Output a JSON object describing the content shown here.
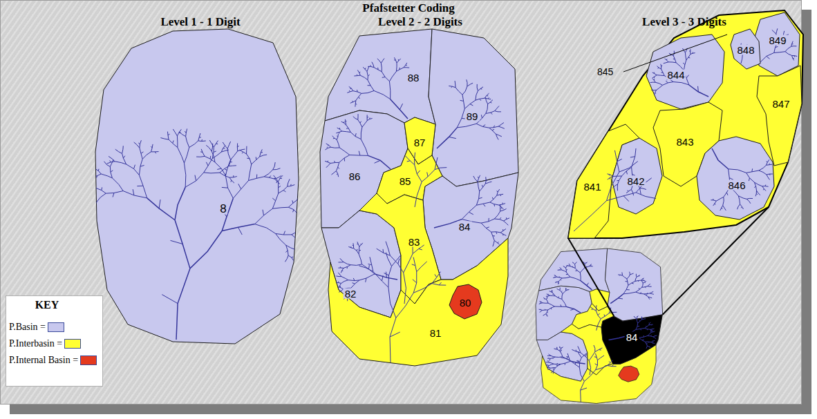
{
  "diagram": {
    "title": "Pfafstetter Coding",
    "nodes": [
      {
        "text": [
          "8"
        ]
      },
      {
        "text": [
          "88"
        ]
      },
      {
        "text": [
          "89"
        ]
      },
      {
        "text": [
          "86"
        ]
      },
      {
        "text": [
          "87"
        ]
      },
      {
        "text": [
          "85"
        ]
      },
      {
        "text": [
          "84"
        ]
      },
      {
        "text": [
          "82"
        ]
      },
      {
        "text": [
          "83"
        ]
      },
      {
        "text": [
          "81"
        ]
      },
      {
        "text": [
          "80"
        ],
        "in": 9
      },
      {
        "text": [
          "849"
        ]
      },
      {
        "text": [
          "848"
        ]
      },
      {
        "text": [
          "844"
        ]
      },
      {
        "text": [
          "847"
        ]
      },
      {
        "text": [
          "841"
        ]
      },
      {
        "text": [
          "843"
        ]
      },
      {
        "text": [
          "842"
        ]
      },
      {
        "text": [
          "846"
        ]
      },
      {
        "text": [
          "84"
        ]
      }
    ],
    "labels": [
      "Level 1 - 1 Digit",
      "Level 2 - 2 Digits",
      "Level 3 - 3 Digits",
      "845",
      "KEY"
    ],
    "legend": [
      {
        "text": "P.Basin =",
        "color": "#c8c8ee"
      },
      {
        "text": "P.Interbasin =",
        "color": "#ffff33"
      },
      {
        "text": "P.Internal Basin =",
        "color": "#e53a1e"
      }
    ]
  }
}
